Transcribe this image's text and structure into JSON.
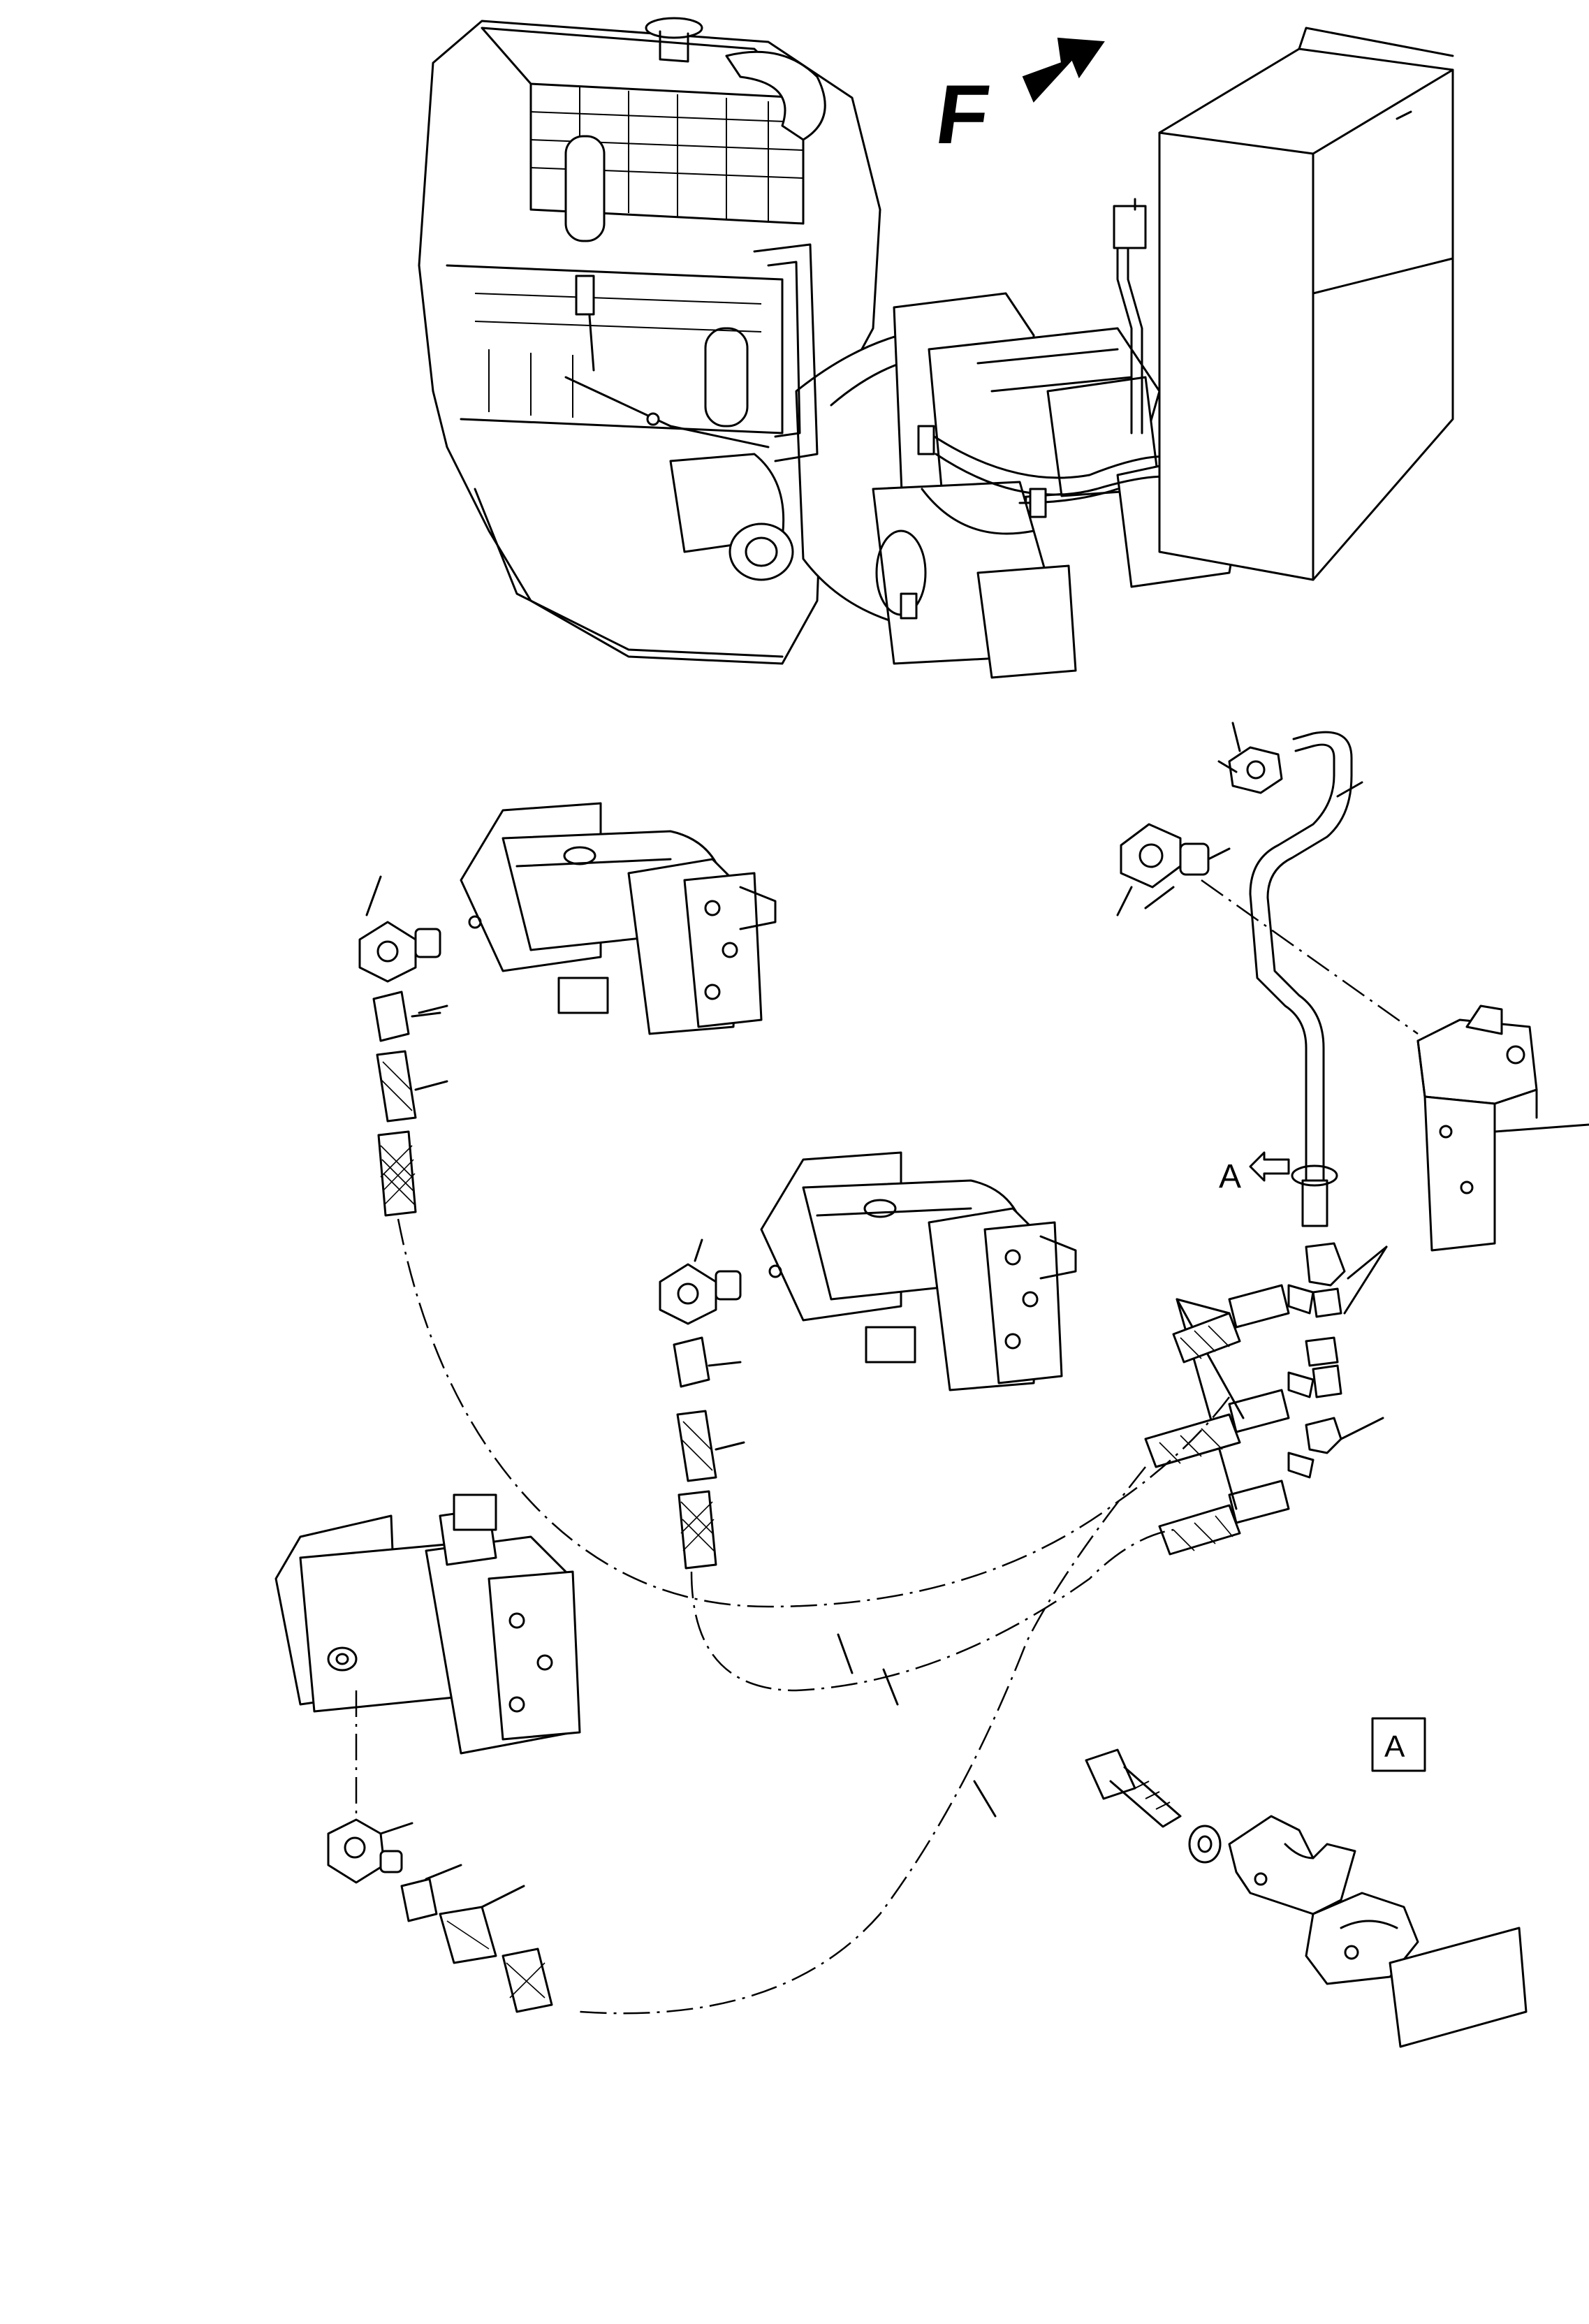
{
  "labels": {
    "front_direction": "F",
    "detail_callout": "A",
    "detail_box": "A"
  }
}
